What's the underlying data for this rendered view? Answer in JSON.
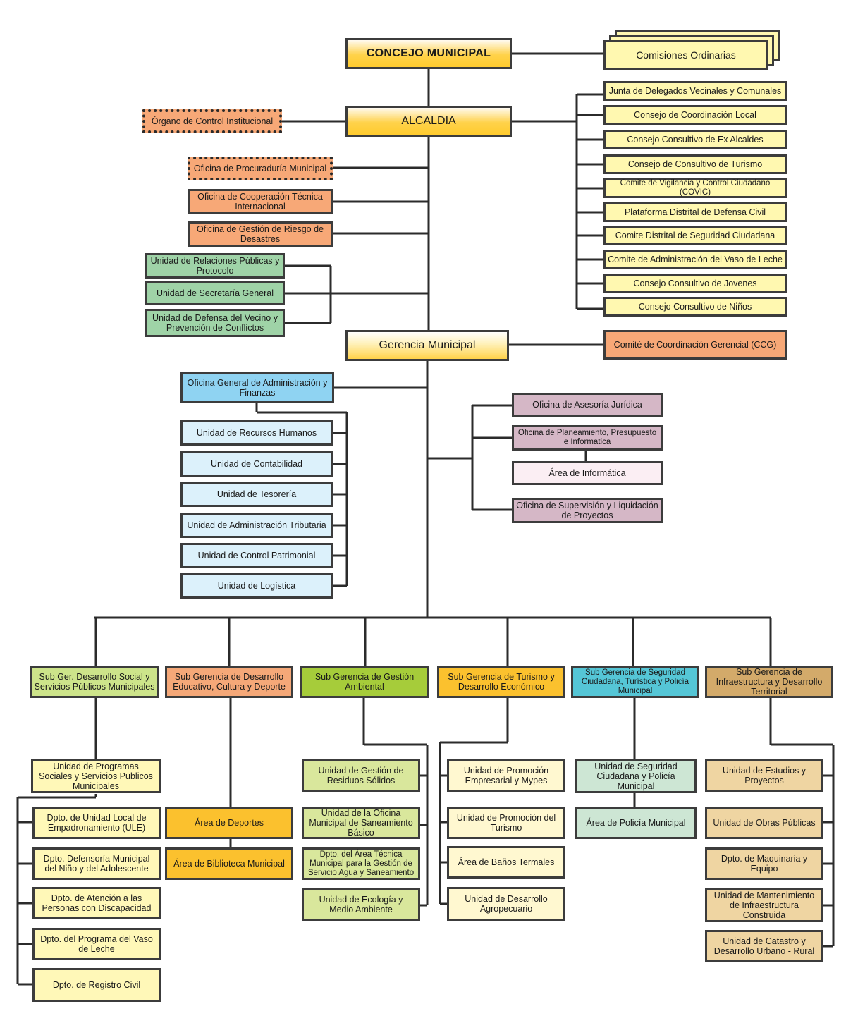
{
  "top": {
    "concejo": "CONCEJO MUNICIPAL",
    "comisiones": "Comisiones Ordinarias",
    "alcaldia": "ALCALDIA",
    "organo_control": "Órgano de Control Institucional",
    "gerencia": "Gerencia Municipal",
    "comite_ccg": "Comité de Coordinación Gerencial (CCG)"
  },
  "consultative": [
    "Junta de Delegados Vecinales y Comunales",
    "Consejo de Coordinación Local",
    "Consejo Consultivo de Ex Alcaldes",
    "Consejo de Consultivo de Turismo",
    "Comite de Vigilancia y Control Ciudadano (COVIC)",
    "Plataforma Distrital de Defensa Civil",
    "Comite Distrital de Seguridad Ciudadana",
    "Comite  de Administración del Vaso de Leche",
    "Consejo Consultivo de Jovenes",
    "Consejo Consultivo de Niños"
  ],
  "alcaldia_staff": [
    "Oficina de Procuraduría Municipal",
    "Oficina de Cooperación Técnica Internacional",
    "Oficina de Gestión de Riesgo de Desastres"
  ],
  "alcaldia_units": [
    "Unidad de Relaciones Públicas y Protocolo",
    "Unidad de Secretaría General",
    "Unidad de Defensa del Vecino y Prevención de Conflictos"
  ],
  "admin": {
    "head": "Oficina General de Administración y Finanzas",
    "units": [
      "Unidad de Recursos Humanos",
      "Unidad de Contabilidad",
      "Unidad de Tesorería",
      "Unidad de Administración Tributaria",
      "Unidad de Control Patrimonial",
      "Unidad de Logística"
    ]
  },
  "advisory": {
    "asesoria": "Oficina de Asesoría Jurídica",
    "planeamiento": "Oficina de Planeamiento, Presupuesto e Informatica",
    "informatica": "Área de Informática",
    "supervision": "Oficina de Supervisión y Liquidación de Proyectos"
  },
  "subgerencias": [
    "Sub Ger. Desarrollo Social y Servicios Públicos Municipales",
    "Sub Gerencia de Desarrollo Educativo, Cultura y Deporte",
    "Sub Gerencia de Gestión Ambiental",
    "Sub Gerencia de Turismo y Desarrollo Económico",
    "Sub Gerencia de Seguridad Ciudadana, Turística y Policía Municipal",
    "Sub Gerencia de Infraestructura y Desarrollo Territorial"
  ],
  "col1": {
    "head": "Unidad de Programas Sociales y Servicios Publicos Municipales",
    "items": [
      "Dpto. de Unidad Local de Empadronamiento (ULE)",
      "Dpto. Defensoría Municipal del Niño y del Adolescente",
      "Dpto. de Atención a las Personas con Discapacidad",
      "Dpto. del Programa del Vaso de Leche",
      "Dpto. de Registro Civil"
    ]
  },
  "col2": [
    "Área de Deportes",
    "Área de Biblioteca Municipal"
  ],
  "col3": [
    "Unidad de Gestión de Residuos Sólidos",
    "Unidad de la Oficina Municipal de Saneamiento Básico",
    "Dpto. del Área Técnica Municipal para la Gestión de Servicio Agua y Saneamiento",
    "Unidad de Ecología y Medio Ambiente"
  ],
  "col4": [
    "Unidad de Promoción Empresarial y Mypes",
    "Unidad de Promoción del Turismo",
    "Área de Baños Termales",
    "Unidad de Desarrollo Agropecuario"
  ],
  "col5": [
    "Unidad de Seguridad Ciudadana y Policía Municipal",
    "Área de Policía Municipal"
  ],
  "col6": [
    "Unidad de Estudios y Proyectos",
    "Unidad de Obras Públicas",
    "Dpto. de Maquinaria y Equipo",
    "Unidad de Mantenimiento de Infraestructura Construida",
    "Unidad de Catastro y Desarrollo Urbano - Rural"
  ],
  "colors": {
    "line": "#2b2b2b",
    "gold": "#ffcb2e",
    "pale_yellow": "#fff8b0",
    "orange": "#f7a877",
    "green": "#9fd3a7",
    "blue": "#8fd3f2",
    "light_blue": "#dcf1fb",
    "mauve": "#d5b7c6"
  }
}
